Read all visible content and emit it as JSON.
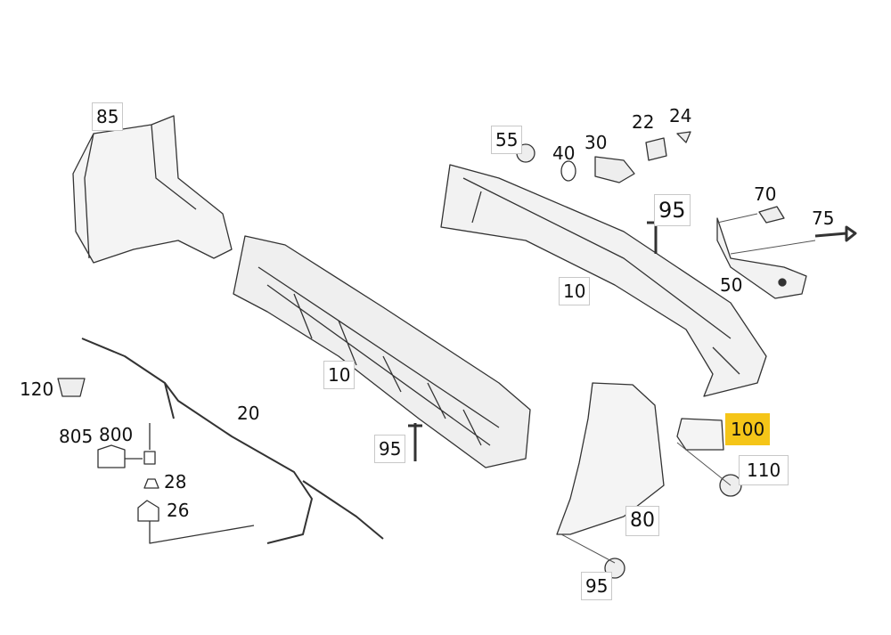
{
  "diagram": {
    "highlight_color": "#f5c518",
    "callouts": [
      {
        "id": "85",
        "text": "85",
        "boxed": true
      },
      {
        "id": "55",
        "text": "55",
        "boxed": true
      },
      {
        "id": "40",
        "text": "40",
        "boxed": false
      },
      {
        "id": "30",
        "text": "30",
        "boxed": false
      },
      {
        "id": "22",
        "text": "22",
        "boxed": false
      },
      {
        "id": "24",
        "text": "24",
        "boxed": false
      },
      {
        "id": "95a",
        "text": "95",
        "boxed": true
      },
      {
        "id": "70",
        "text": "70",
        "boxed": false
      },
      {
        "id": "75",
        "text": "75",
        "boxed": false
      },
      {
        "id": "10a",
        "text": "10",
        "boxed": true
      },
      {
        "id": "50",
        "text": "50",
        "boxed": false
      },
      {
        "id": "10b",
        "text": "10",
        "boxed": true
      },
      {
        "id": "120",
        "text": "120",
        "boxed": false
      },
      {
        "id": "20",
        "text": "20",
        "boxed": false
      },
      {
        "id": "805",
        "text": "805",
        "boxed": false
      },
      {
        "id": "800",
        "text": "800",
        "boxed": false
      },
      {
        "id": "28",
        "text": "28",
        "boxed": false
      },
      {
        "id": "26",
        "text": "26",
        "boxed": false
      },
      {
        "id": "95b",
        "text": "95",
        "boxed": true
      },
      {
        "id": "100",
        "text": "100",
        "boxed": true,
        "highlighted": true
      },
      {
        "id": "110",
        "text": "110",
        "boxed": true
      },
      {
        "id": "80",
        "text": "80",
        "boxed": true
      },
      {
        "id": "95c",
        "text": "95",
        "boxed": true
      }
    ]
  }
}
